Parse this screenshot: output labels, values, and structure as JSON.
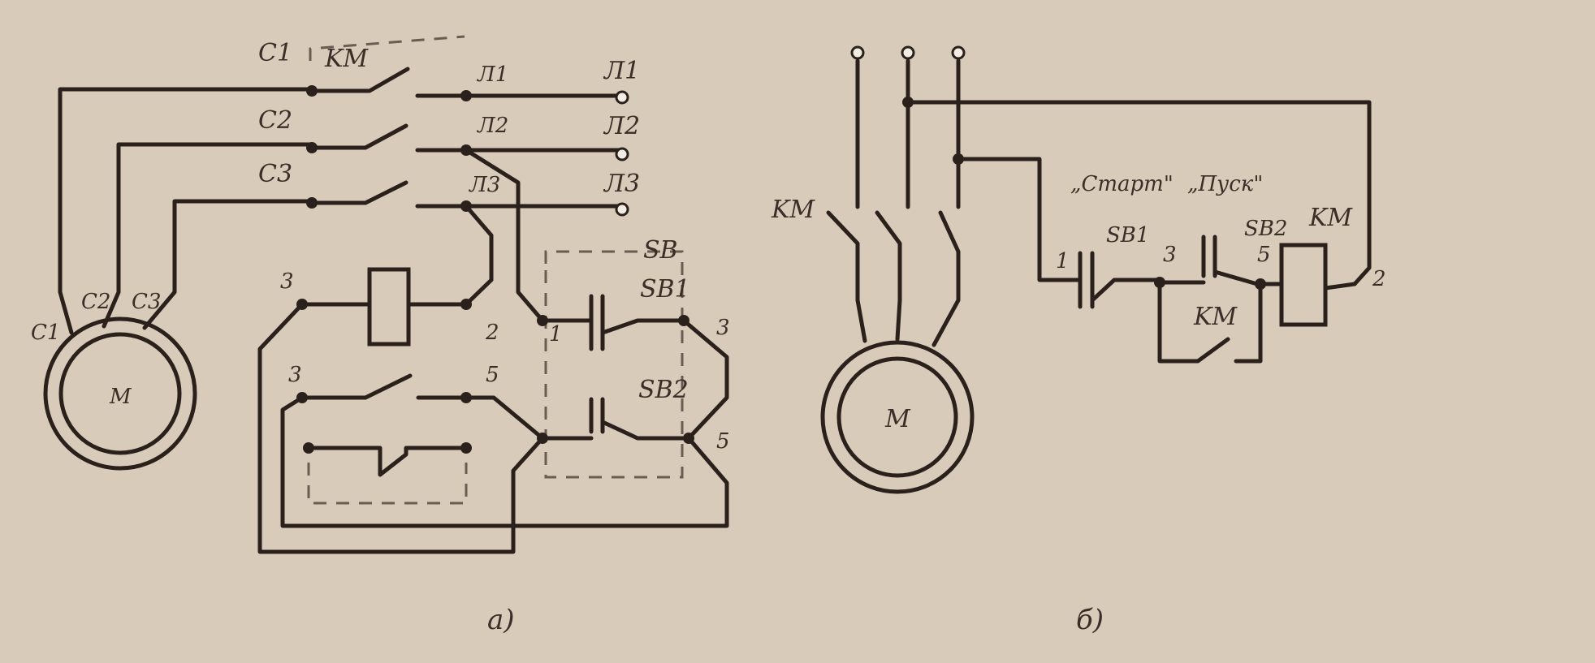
{
  "diagram_a": {
    "contactor_label": "KM",
    "stator_labels": [
      "C1",
      "C2",
      "C3"
    ],
    "line_labels": [
      "Л1",
      "Л2",
      "Л3"
    ],
    "terminal_labels": [
      "Л1",
      "Л2",
      "Л3"
    ],
    "winding_labels": [
      "C1",
      "C2",
      "C3"
    ],
    "motor_label": "M",
    "station_label": "SB",
    "start_button": "SB1",
    "stop_button": "SB2",
    "nodes": [
      "3",
      "2",
      "3",
      "5",
      "1",
      "3",
      "5"
    ],
    "caption": "а)"
  },
  "diagram_b": {
    "contactor_label": "KM",
    "motor_label": "M",
    "start_label": "„Старт\"",
    "stop_label": "„Пуск\"",
    "start_button": "SB1",
    "stop_button": "SB2",
    "coil_label": "KM",
    "holding_contact_label": "KM",
    "nodes": [
      "1",
      "3",
      "5",
      "2"
    ],
    "caption": "б)"
  },
  "colors": {
    "background": "#d9cbb9",
    "ink": "#2b211c"
  }
}
